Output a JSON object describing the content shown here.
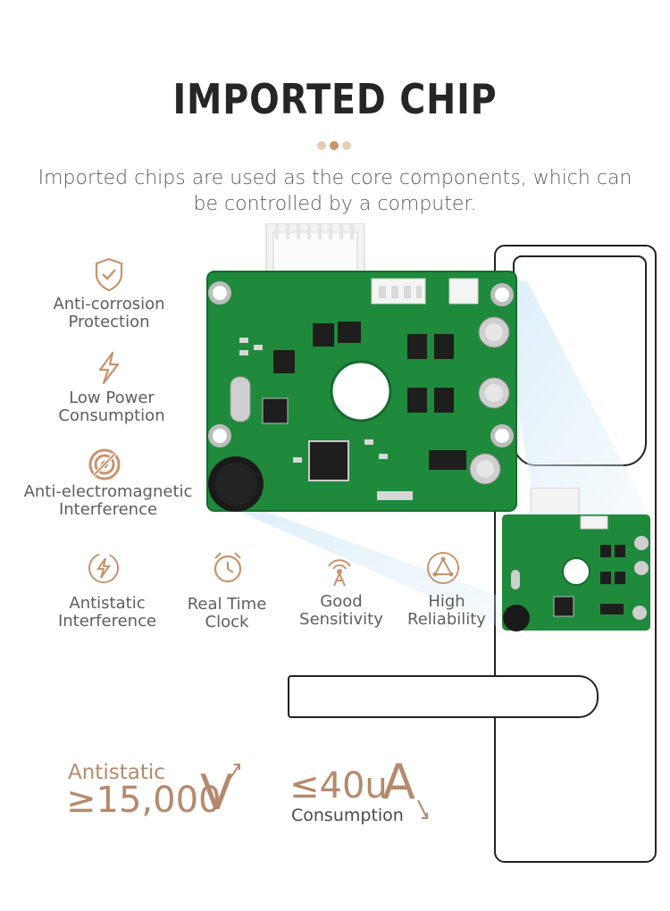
{
  "header": {
    "title": "IMPORTED CHIP",
    "subtitle_line1": "Imported chips are used as the core components, which can",
    "subtitle_line2": "be controlled by a computer."
  },
  "colors": {
    "accent": "#b48a6c",
    "dot_light": "#e6cdb8",
    "dot_dark": "#c7946d",
    "pcb_green": "#1f8a3c",
    "title": "#262626",
    "glow": "#cfe7f6"
  },
  "features_left": [
    {
      "icon": "shield-check-icon",
      "line1": "Anti-corrosion",
      "line2": "Protection"
    },
    {
      "icon": "lightning-icon",
      "line1": "Low Power",
      "line2": "Consumption"
    },
    {
      "icon": "signal-target-icon",
      "line1": "Anti-electromagnetic",
      "line2": "Interference"
    }
  ],
  "features_bottom": [
    {
      "icon": "antistatic-icon",
      "line1": "Antistatic",
      "line2": "Interference"
    },
    {
      "icon": "alarm-clock-icon",
      "line1": "Real Time",
      "line2": "Clock"
    },
    {
      "icon": "antenna-icon",
      "line1": "Good",
      "line2": "Sensitivity"
    },
    {
      "icon": "triangle-nodes-icon",
      "line1": "High",
      "line2": "Reliability"
    }
  ],
  "stats": {
    "antistatic_label": "Antistatic",
    "antistatic_value": "≥15,000",
    "antistatic_unit": "V",
    "consumption_value": "≤40u",
    "consumption_unit": "A",
    "consumption_label": "Consumption"
  }
}
